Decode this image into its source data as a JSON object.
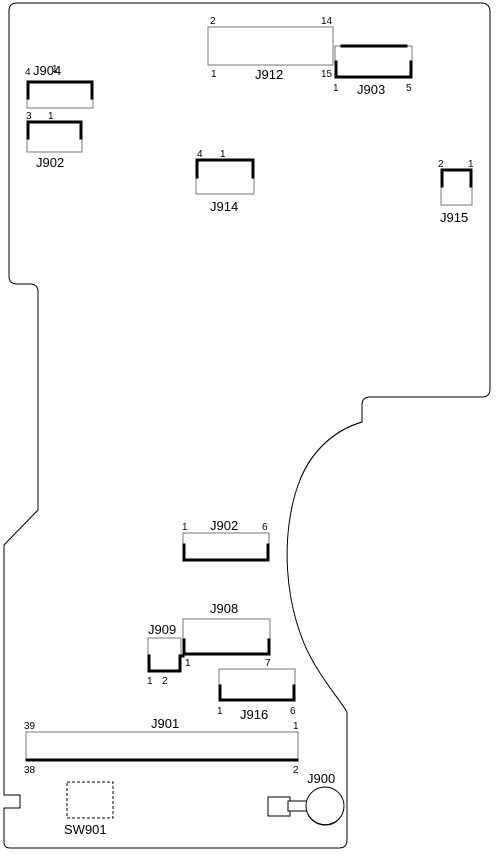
{
  "colors": {
    "outline": "#000000",
    "connector_box": "#777777",
    "background": "#ffffff"
  },
  "connectors": {
    "j912": {
      "ref": "J912",
      "pin_top_left": "2",
      "pin_top_right": "14",
      "pin_bottom_left": "1",
      "pin_bottom_right": "15"
    },
    "j903": {
      "ref": "J903",
      "pin_left": "1",
      "pin_right": "5"
    },
    "j904": {
      "ref": "J904",
      "pin_left": "4",
      "pin_right": "1"
    },
    "j902_top": {
      "ref": "J902",
      "pin_left": "3",
      "pin_right": "1"
    },
    "j914": {
      "ref": "J914",
      "pin_left": "4",
      "pin_right": "1"
    },
    "j915": {
      "ref": "J915",
      "pin_left": "2",
      "pin_right": "1"
    },
    "j902_mid": {
      "ref": "J902",
      "pin_left": "1",
      "pin_right": "6"
    },
    "j908": {
      "ref": "J908",
      "pin_left": "1",
      "pin_right": "7"
    },
    "j909": {
      "ref": "J909",
      "pin_left": "1",
      "pin_right": "2"
    },
    "j916": {
      "ref": "J916",
      "pin_left": "1",
      "pin_right": "6"
    },
    "j901": {
      "ref": "J901",
      "pin_top_left": "39",
      "pin_top_right": "1",
      "pin_bottom_left": "38",
      "pin_bottom_right": "2"
    },
    "j900": {
      "ref": "J900"
    }
  },
  "switches": {
    "sw901": {
      "ref": "SW901"
    }
  }
}
